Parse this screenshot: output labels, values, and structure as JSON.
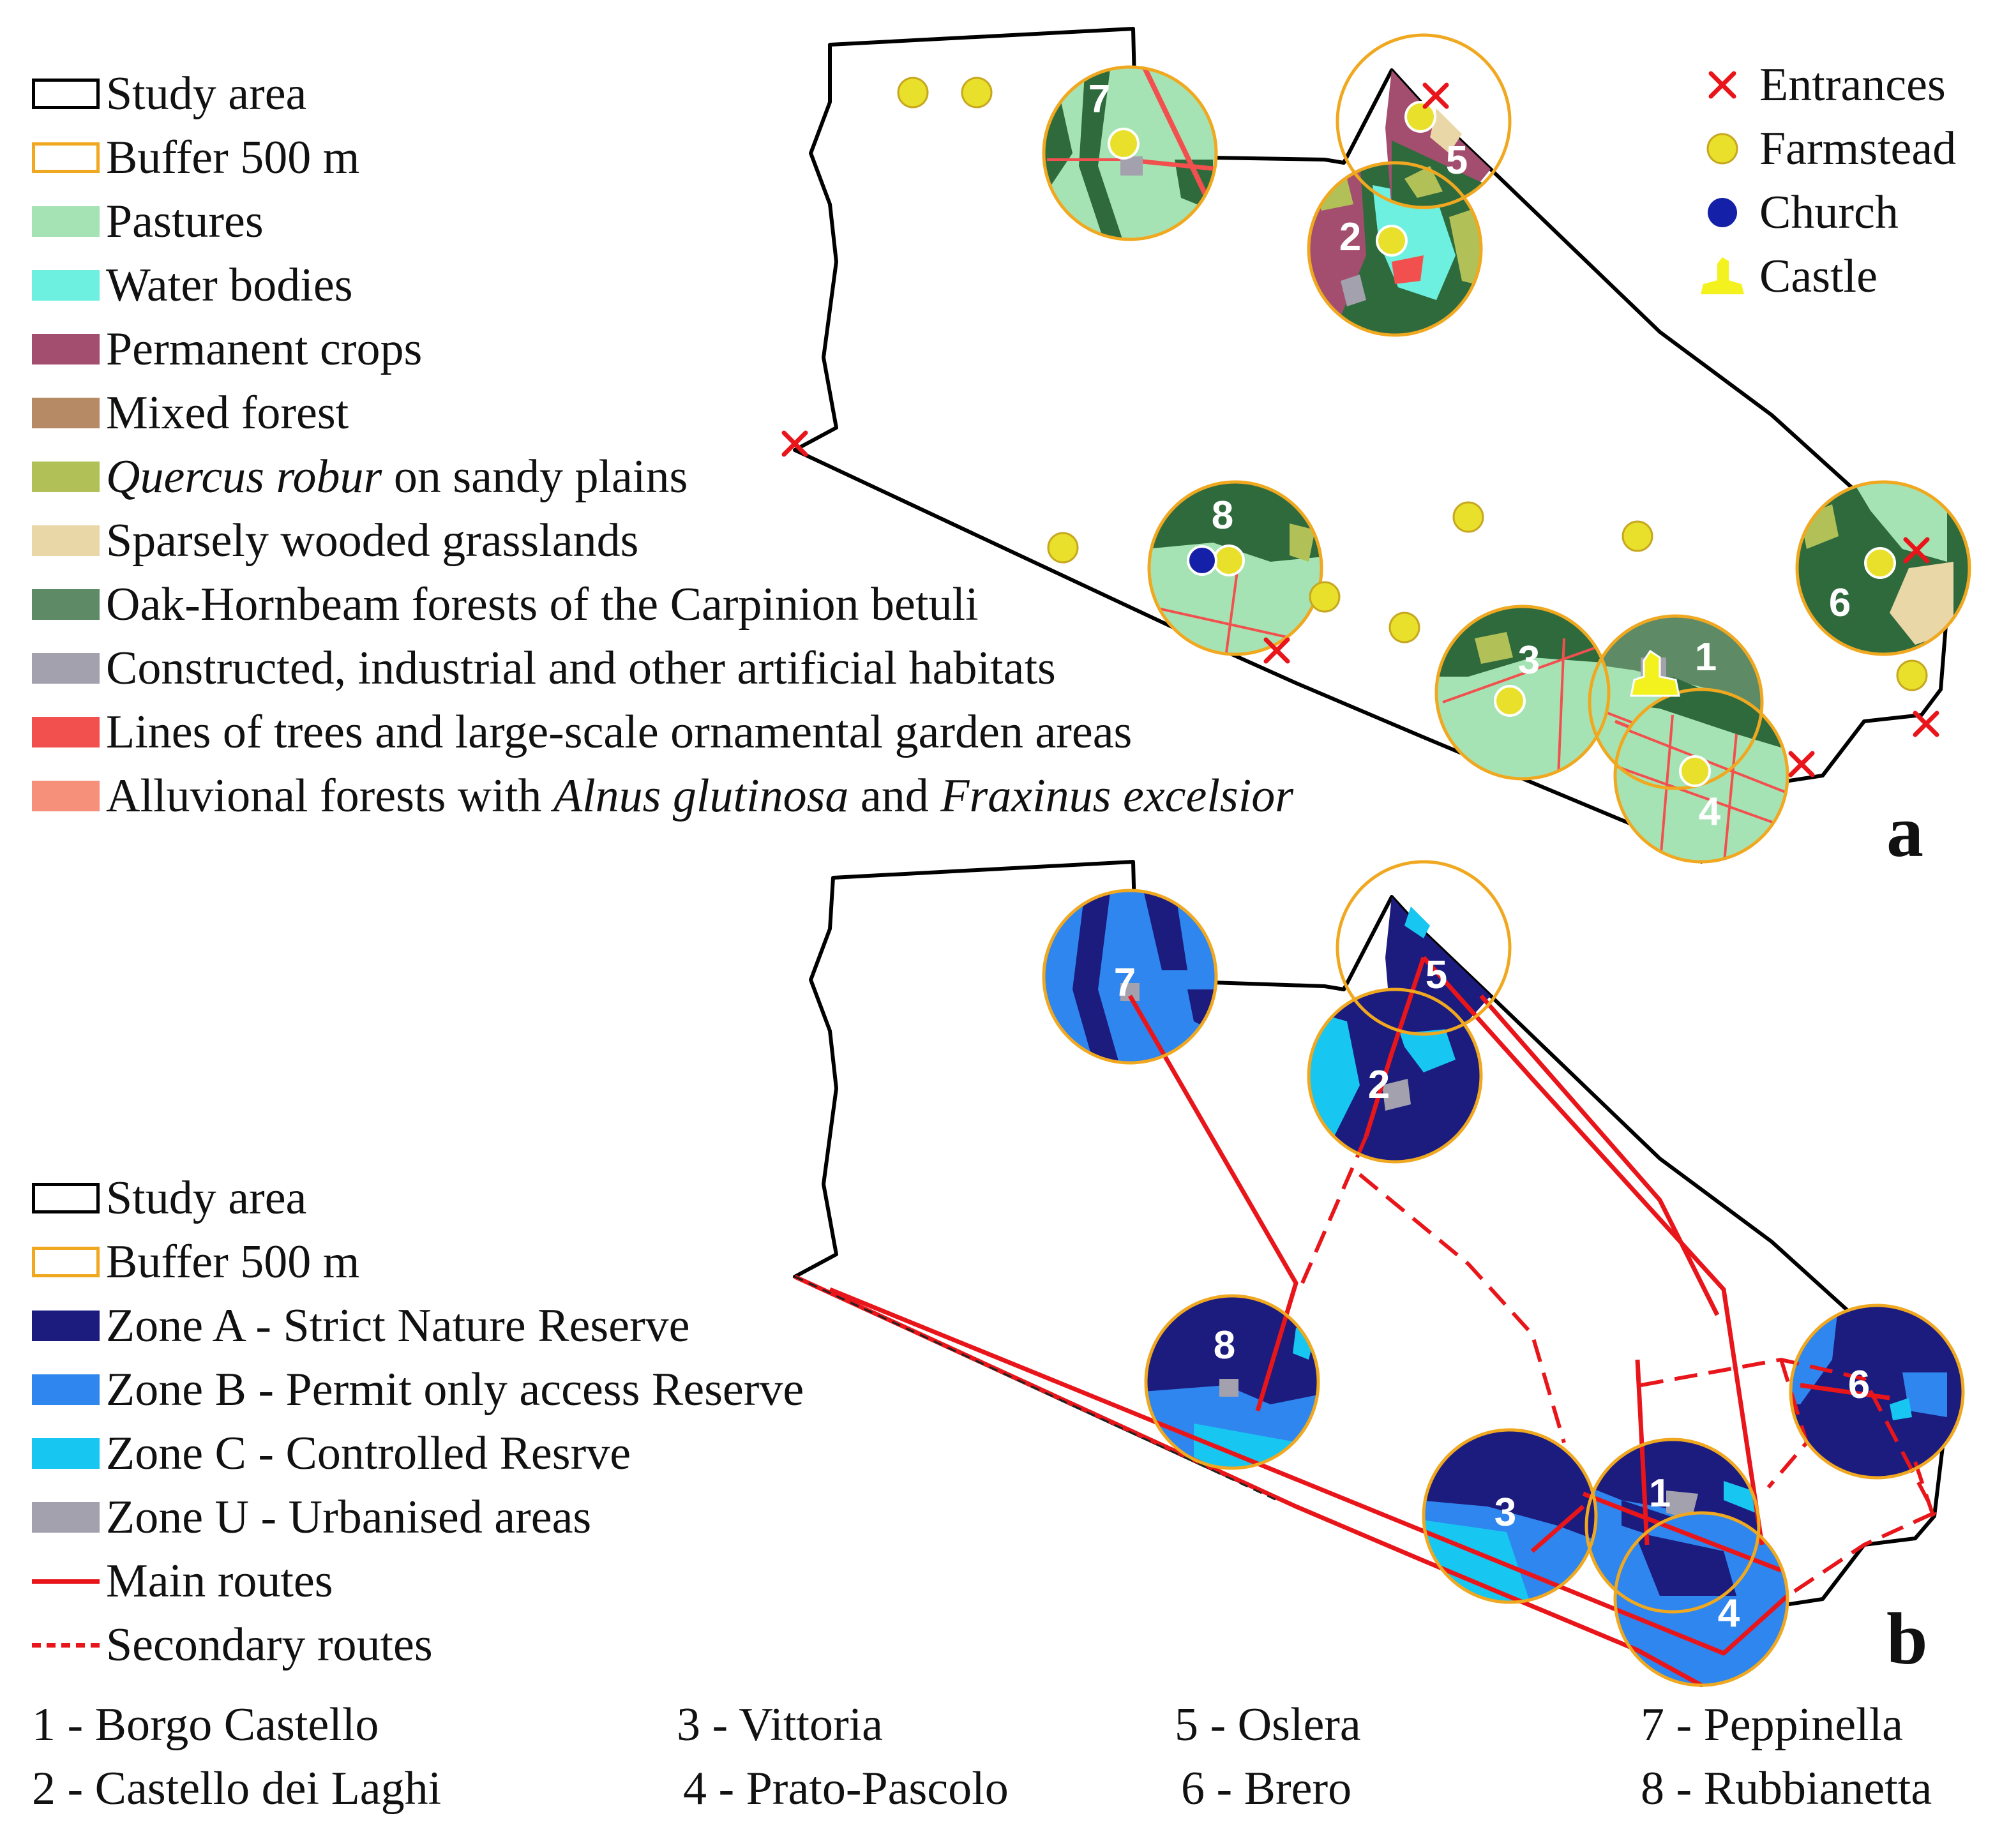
{
  "panel_a": {
    "letter": "a",
    "legend": [
      {
        "label": "Study area",
        "fill": "#ffffff",
        "border": "#000000"
      },
      {
        "label": "Buffer 500 m",
        "fill": "#ffffff",
        "border": "#f0a820"
      },
      {
        "label": "Pastures",
        "fill": "#a6e3b4"
      },
      {
        "label": "Water bodies",
        "fill": "#6ef0e0"
      },
      {
        "label": "Permanent crops",
        "fill": "#a34e6e"
      },
      {
        "label": "Mixed forest",
        "fill": "#b58a64"
      },
      {
        "label_italic": "Quercus robur",
        "label_rest": " on sandy plains",
        "fill": "#b2c157"
      },
      {
        "label": "Sparsely wooded grasslands",
        "fill": "#ead7a7"
      },
      {
        "label": "Oak-Hornbeam forests of the Carpinion betuli",
        "fill": "#5e8b66"
      },
      {
        "label": "Constructed, industrial and other artificial habitats",
        "fill": "#a3a1ad"
      },
      {
        "label": "Lines of trees and large-scale ornamental garden areas",
        "fill": "#f2504e"
      },
      {
        "label_pre": "Alluvional forests with ",
        "label_i1": "Alnus glutinosa",
        "label_mid": " and ",
        "label_i2": "Fraxinus excelsior",
        "fill": "#f7907a"
      }
    ],
    "symbols": [
      {
        "label": "Entrances",
        "icon": "cross-icon",
        "color": "#e8161b"
      },
      {
        "label": "Farmstead",
        "icon": "dot-icon",
        "color": "#e8e02a"
      },
      {
        "label": "Church",
        "icon": "dot-icon",
        "color": "#1520a8"
      },
      {
        "label": "Castle",
        "icon": "castle-icon",
        "color": "#f4f21e"
      }
    ],
    "buffer_numbers": [
      "1",
      "2",
      "3",
      "4",
      "5",
      "6",
      "7",
      "8"
    ]
  },
  "panel_b": {
    "letter": "b",
    "legend": [
      {
        "label": "Study area",
        "fill": "#ffffff",
        "border": "#000000"
      },
      {
        "label": "Buffer 500 m",
        "fill": "#ffffff",
        "border": "#f0a820"
      },
      {
        "label": "Zone A - Strict Nature Reserve",
        "fill": "#1c1b7e"
      },
      {
        "label": "Zone B - Permit only access Reserve",
        "fill": "#2e86ee"
      },
      {
        "label": "Zone C - Controlled Resrve",
        "fill": "#17c6f1"
      },
      {
        "label": "Zone U - Urbanised areas",
        "fill": "#a3a1ad"
      },
      {
        "label": "Main routes",
        "line": "solid",
        "color": "#e8161b"
      },
      {
        "label": "Secondary routes",
        "line": "dashed",
        "color": "#e8161b"
      }
    ],
    "buffer_numbers": [
      "1",
      "2",
      "3",
      "4",
      "5",
      "6",
      "7",
      "8"
    ]
  },
  "sites": [
    {
      "label": "1 - Borgo Castello"
    },
    {
      "label": "2 - Castello dei Laghi"
    },
    {
      "label": "3 - Vittoria"
    },
    {
      "label": "4 - Prato-Pascolo"
    },
    {
      "label": "5 - Oslera"
    },
    {
      "label": "6 - Brero"
    },
    {
      "label": "7 - Peppinella"
    },
    {
      "label": "8 - Rubbianetta"
    }
  ]
}
